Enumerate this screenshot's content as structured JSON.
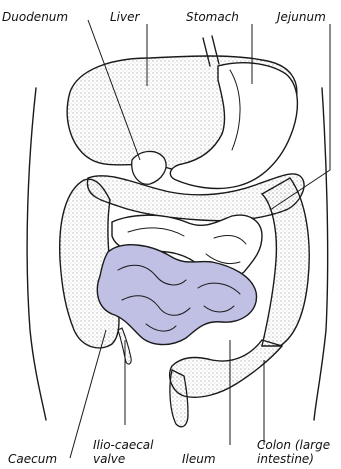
{
  "labels": {
    "duodenum": "Duodenum",
    "liver": "Liver",
    "stomach": "Stomach",
    "jejunum": "Jejunum",
    "caecum": "Caecum",
    "ilio_caecal_line1": "Ilio-caecal",
    "ilio_caecal_line2": "valve",
    "ileum": "Ileum",
    "colon_line1": "Colon (large",
    "colon_line2": "intestine)"
  },
  "colors": {
    "small_intestine_fill": "#bfc0e3",
    "ink": "#1a1a1a",
    "stipple": "#555555"
  }
}
